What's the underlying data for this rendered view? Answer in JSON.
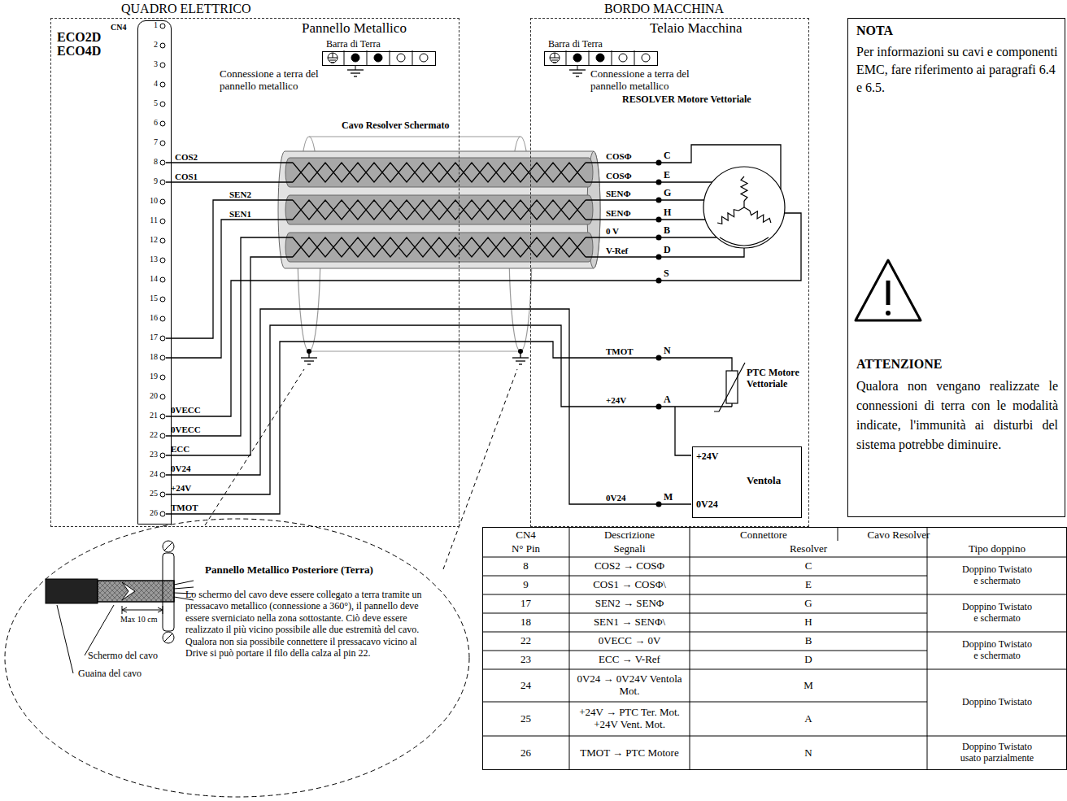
{
  "diagram": {
    "nodes": [
      {
        "text": [
          "QUADRO ELETTRICO",
          "Pannello Metallico"
        ]
      },
      {
        "text": [
          "ECO2D ECO4D",
          "CN4"
        ],
        "in": 0
      },
      {
        "text": [
          "Barra di Terra"
        ],
        "in": 0
      },
      {
        "text": [
          "BORDO MACCHINA",
          "Telaio Macchina"
        ]
      },
      {
        "text": [
          "Barra di Terra"
        ],
        "in": 3
      },
      {
        "text": [
          "+24V",
          "Ventola",
          "0V24"
        ],
        "in": 3
      },
      {
        "text": [
          "NOTA",
          "Per informazioni su cavi e componenti EMC, fare riferimento ai paragrafi 6.4 e 6.5.",
          "ATTENZIONE",
          "Qualora non vengano realizzate le connessioni di terra con le modalità indicate, l'immunità ai disturbi del sistema potrebbe diminuire."
        ]
      },
      {
        "text": [
          "Pannello Metallico Posteriore (Terra)",
          "Lo schermo del cavo deve essere collegato a terra tramite un pressacavo metallico (connessione a 360°), il pannello deve essere sverniciato nella zona sottostante. Ciò deve essere realizzato il più vicino possibile alle due estremità del cavo. Qualora non sia possibile connettere il pressacavo vicino al Drive si può portare il filo della calza al pin 22."
        ]
      }
    ],
    "labels": [
      "1",
      "2",
      "3",
      "4",
      "5",
      "6",
      "7",
      "8",
      "9",
      "10",
      "11",
      "12",
      "13",
      "14",
      "15",
      "16",
      "17",
      "18",
      "19",
      "20",
      "21",
      "22",
      "23",
      "24",
      "25",
      "26",
      "COS2",
      "COS1",
      "SEN2",
      "SEN1",
      "0VECC",
      "0VECC",
      "ECC",
      "0V24",
      "+24V",
      "TMOT",
      "Connessione a terra del pannello metallico",
      "Connessione a terra del pannello metallico",
      "Cavo Resolver Schermato",
      "RESOLVER Motore Vettoriale",
      "COSΦ",
      "C",
      "COSΦ",
      "E",
      "SENΦ",
      "G",
      "SENΦ",
      "H",
      "0 V",
      "B",
      "V-Ref",
      "D",
      "S",
      "TMOT",
      "N",
      "+24V",
      "A",
      "0V24",
      "M",
      "PTC Motore Vettoriale",
      "Max 10 cm",
      "Schermo del cavo",
      "Guaina del cavo",
      "CN4",
      "N° Pin",
      "Descrizione",
      "Segnali",
      "Connettore",
      "Cavo Resolver",
      "Resolver",
      "Tipo doppino",
      "8",
      "COS2 → COSΦ",
      "C",
      "Doppino Twistato e schermato",
      "9",
      "COS1 → COSΦ\\",
      "E",
      "17",
      "SEN2 → SENΦ",
      "G",
      "Doppino Twistato e schermato",
      "18",
      "SEN1 → SENΦ\\",
      "H",
      "22",
      "0VECC → 0V",
      "B",
      "Doppino Twistato e schermato",
      "23",
      "ECC → V-Ref",
      "D",
      "24",
      "0V24 → 0V24V Ventola Mot.",
      "M",
      "Doppino Twistato",
      "25",
      "+24V → PTC Ter. Mot. +24V Vent. Mot.",
      "A",
      "26",
      "TMOT → PTC Motore",
      "N",
      "Doppino Twistato usato parzialmente"
    ]
  }
}
